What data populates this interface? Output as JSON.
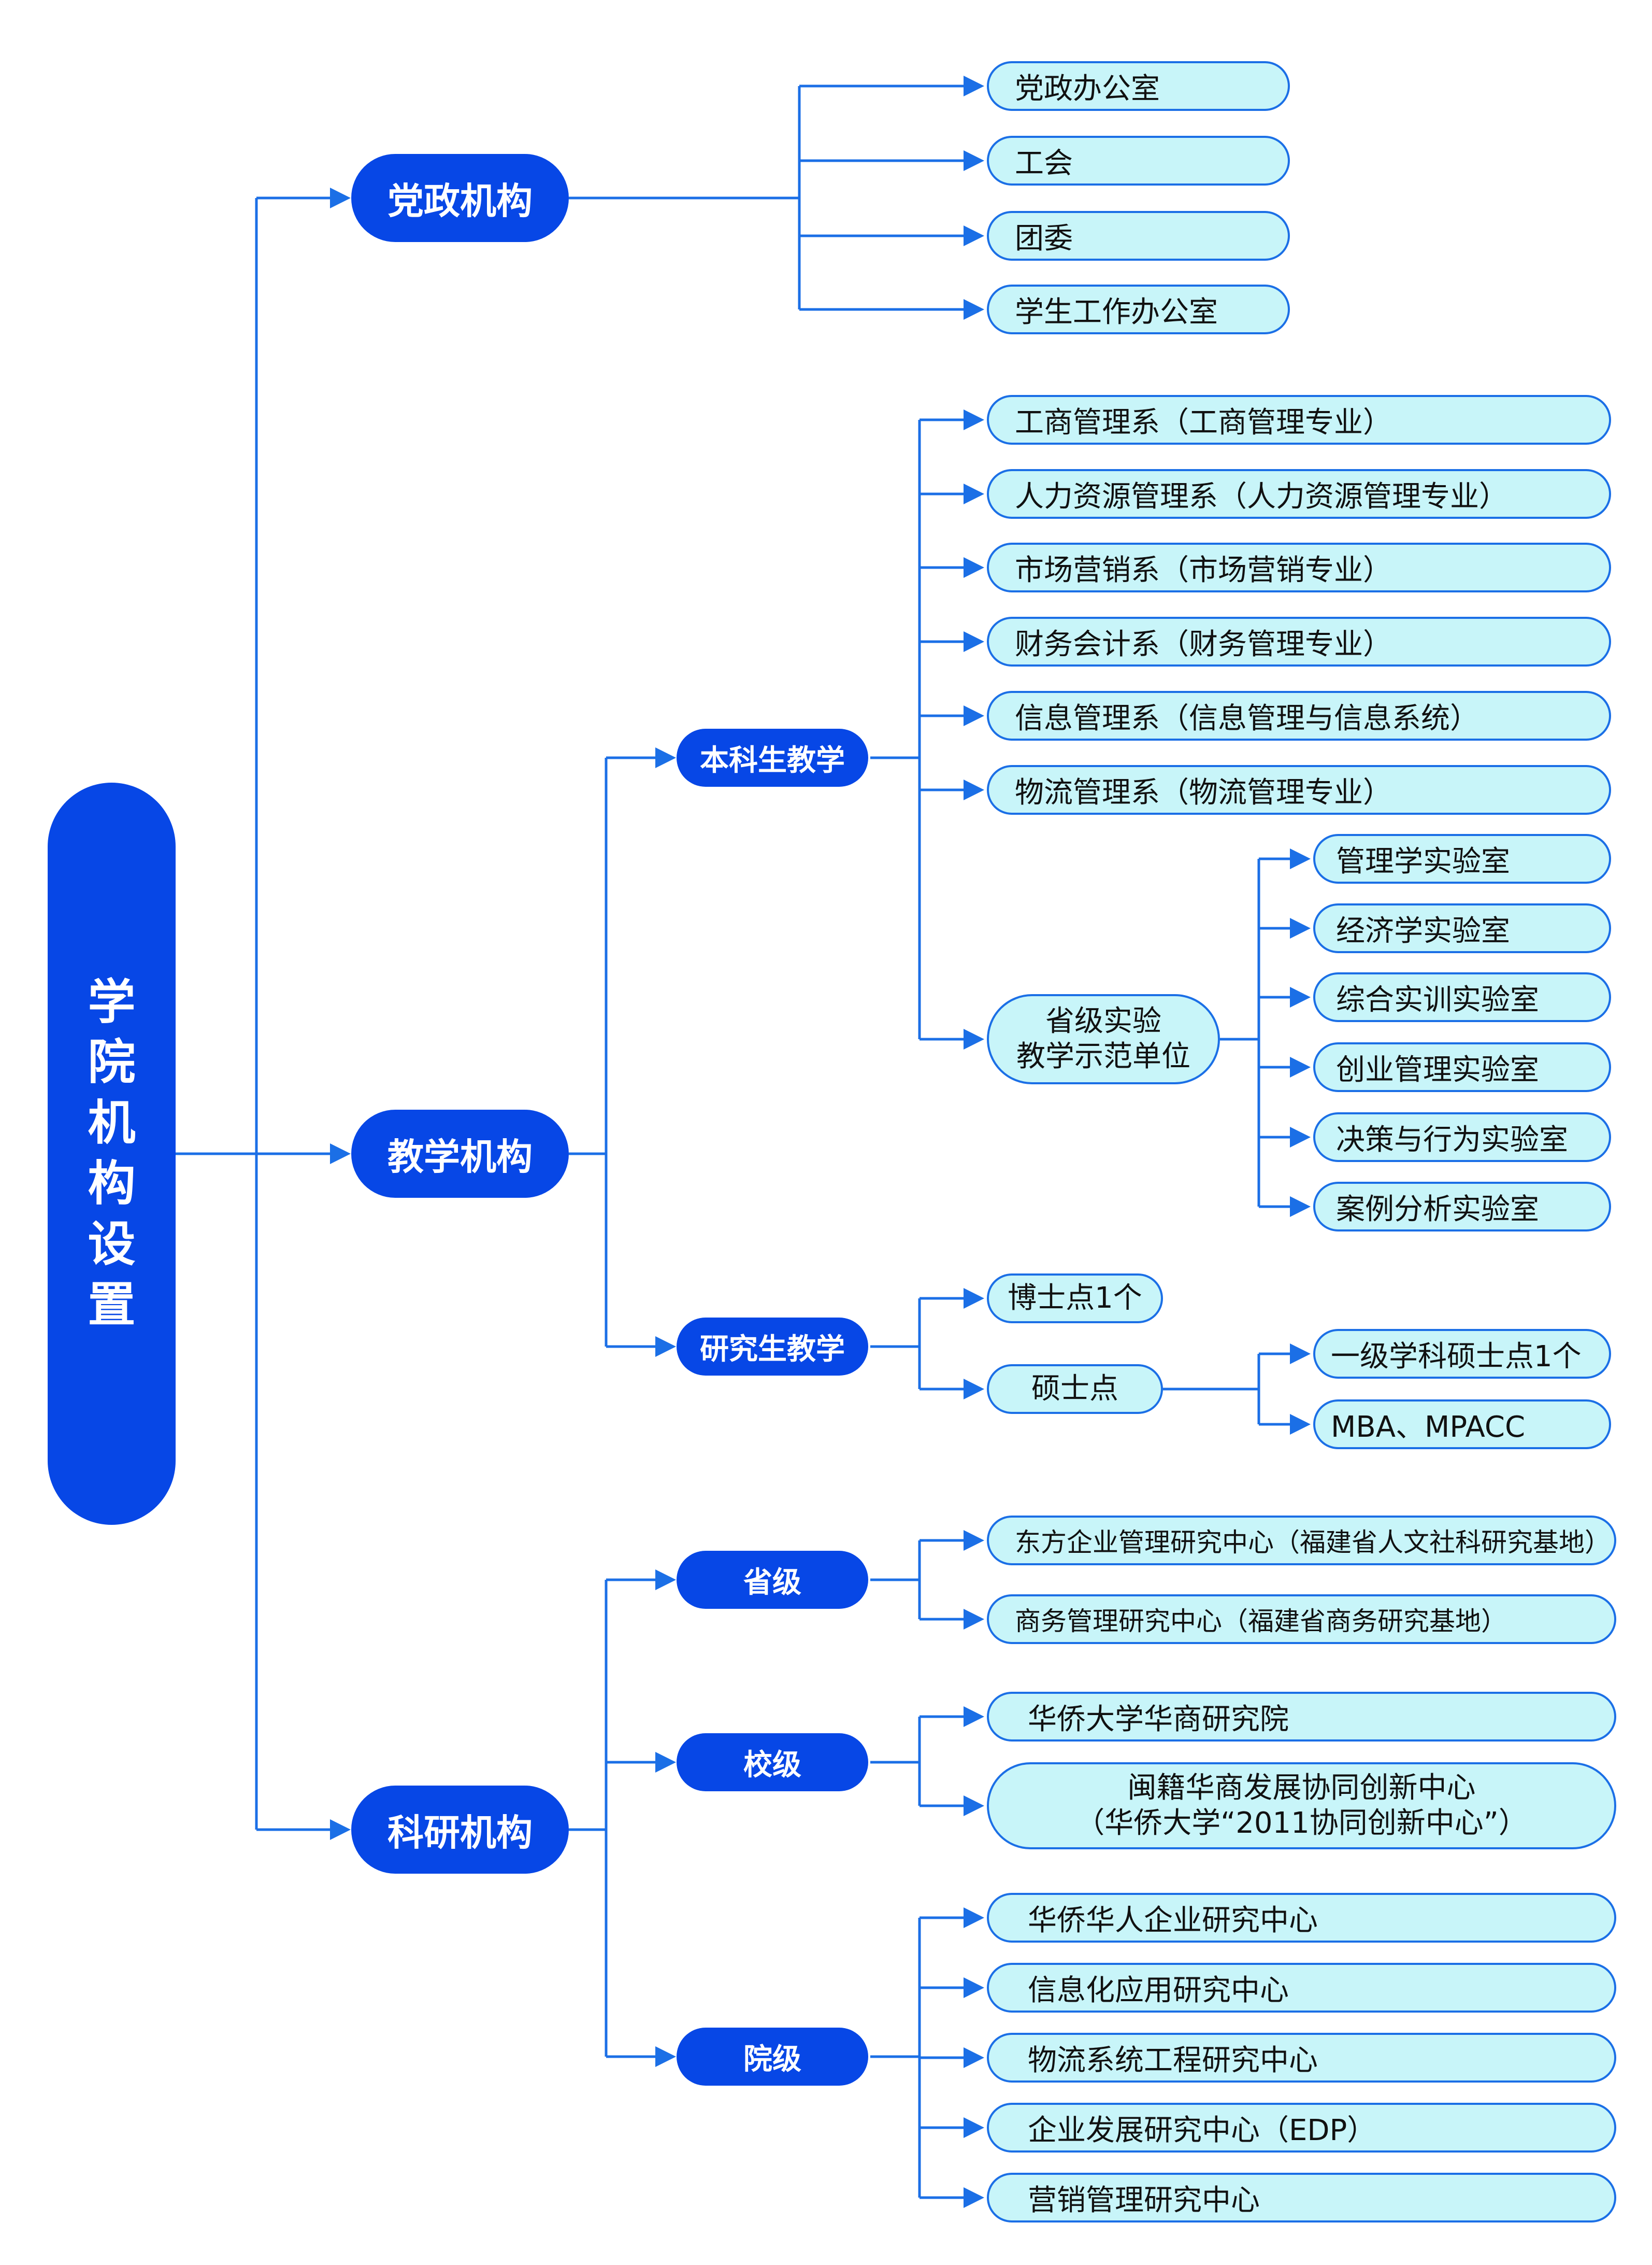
{
  "root": "学院机构设置",
  "party": {
    "label": "党政机构",
    "items": [
      "党政办公室",
      "工会",
      "团委",
      "学生工作办公室"
    ]
  },
  "teaching": {
    "label": "教学机构",
    "undergrad": {
      "label": "本科生教学",
      "items": [
        "工商管理系（工商管理专业）",
        "人力资源管理系（人力资源管理专业）",
        "市场营销系（市场营销专业）",
        "财务会计系（财务管理专业）",
        "信息管理系（信息管理与信息系统）",
        "物流管理系（物流管理专业）"
      ],
      "lab_center": {
        "line1": "省级实验",
        "line2": "教学示范单位"
      },
      "labs": [
        "管理学实验室",
        "经济学实验室",
        "综合实训实验室",
        "创业管理实验室",
        "决策与行为实验室",
        "案例分析实验室"
      ]
    },
    "graduate": {
      "label": "研究生教学",
      "phd": "博士点1个",
      "master": "硕士点",
      "master_items": [
        "一级学科硕士点1个",
        "MBA、MPACC"
      ]
    }
  },
  "research": {
    "label": "科研机构",
    "provincial": {
      "label": "省级",
      "items": [
        "东方企业管理研究中心（福建省人文社科研究基地）",
        "商务管理研究中心（福建省商务研究基地）"
      ]
    },
    "school": {
      "label": "校级",
      "item1": "华侨大学华商研究院",
      "item2_line1": "闽籍华商发展协同创新中心",
      "item2_line2": "（华侨大学“2011协同创新中心”）"
    },
    "college": {
      "label": "院级",
      "items": [
        "华侨华人企业研究中心",
        "信息化应用研究中心",
        "物流系统工程研究中心",
        "企业发展研究中心（EDP）",
        "营销管理研究中心"
      ]
    }
  },
  "colors": {
    "node_fill": "#0747e6",
    "leaf_fill": "#c8f5f9",
    "line": "#1b6fe6"
  }
}
